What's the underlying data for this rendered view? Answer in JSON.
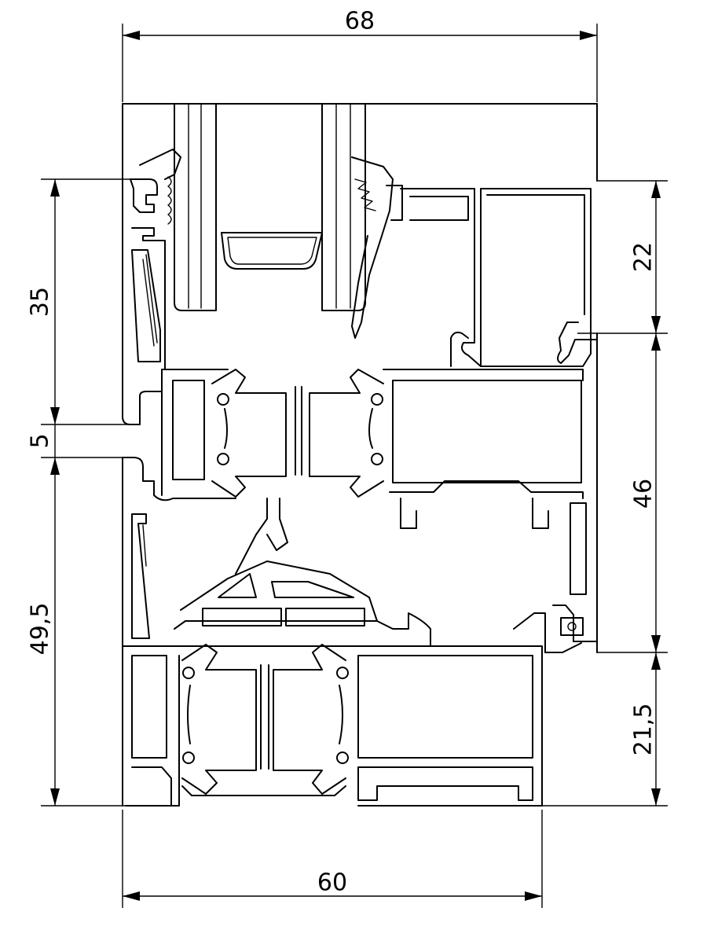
{
  "dimensions": {
    "overall_width": "68",
    "frame_width": "60",
    "left_top_height": "35",
    "left_gap": "5",
    "left_bottom_height": "49,5",
    "right_top_height": "22",
    "right_middle_height": "46",
    "right_bottom_height": "21,5"
  }
}
